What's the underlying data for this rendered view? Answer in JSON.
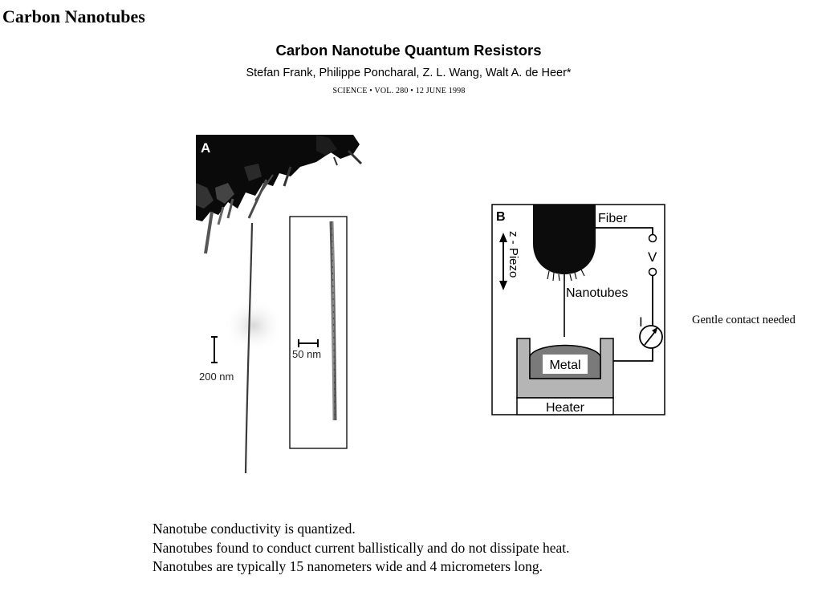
{
  "slide": {
    "title": "Carbon Nanotubes"
  },
  "paper": {
    "title": "Carbon Nanotube Quantum Resistors",
    "authors": "Stefan Frank, Philippe Poncharal, Z. L. Wang, Walt A. de Heer*",
    "citation": "SCIENCE • VOL. 280 • 12 JUNE 1998"
  },
  "figure_a": {
    "panel_label": "A",
    "scale_200": "200 nm",
    "scale_50": "50 nm"
  },
  "figure_b": {
    "panel_label": "B",
    "fiber": "Fiber",
    "piezo": "z - Piezo",
    "voltage": "V",
    "current": "I",
    "nanotubes": "Nanotubes",
    "metal": "Metal",
    "heater": "Heater"
  },
  "side_note": "Gentle contact needed",
  "bullets": [
    "Nanotube conductivity is quantized.",
    "Nanotubes found to conduct current ballistically and do not dissipate heat.",
    "Nanotubes are typically 15 nanometers wide and 4 micrometers long."
  ]
}
